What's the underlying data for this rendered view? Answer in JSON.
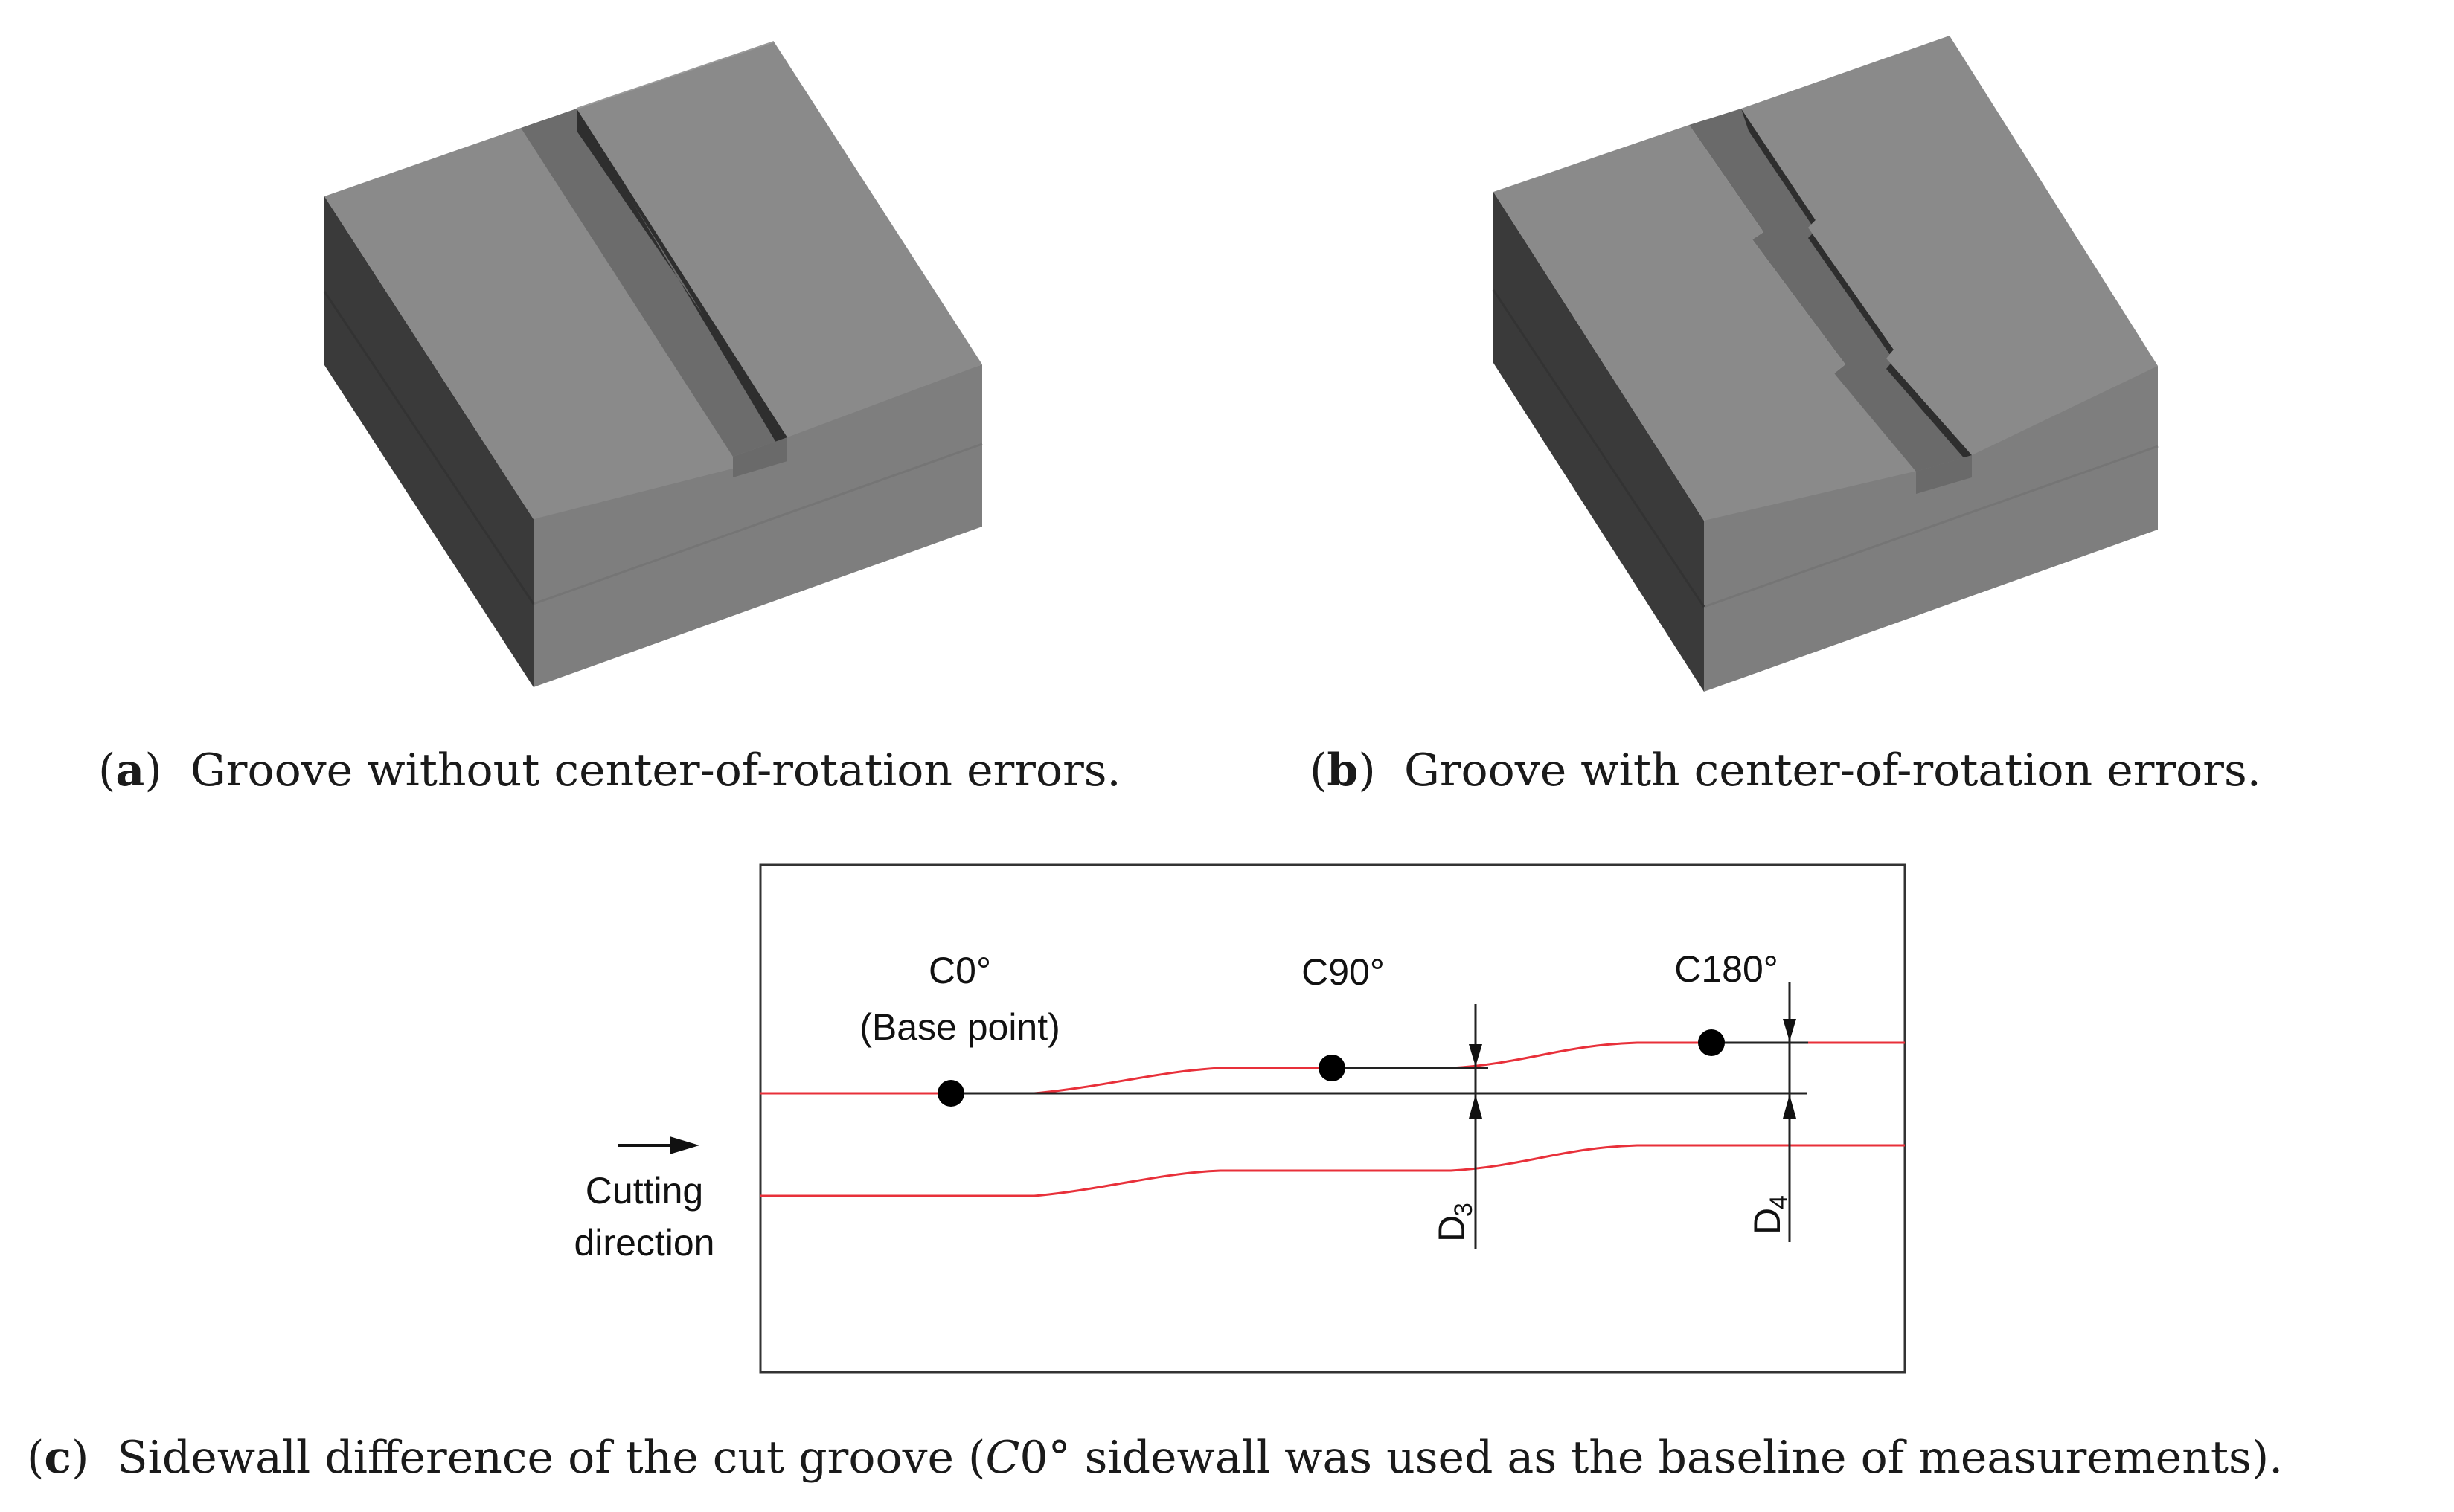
{
  "panel_a": {
    "tag": "a",
    "caption": "Groove without center-of-rotation errors."
  },
  "panel_b": {
    "tag": "b",
    "caption": "Groove with center-of-rotation errors."
  },
  "panel_c": {
    "tag": "c",
    "caption_pre": "Sidewall difference of the cut groove (",
    "caption_italic": "C",
    "caption_deg": "0°",
    "caption_post": " sidewall was used as the baseline of measurements).",
    "labels": {
      "c0": "C0°",
      "base_point": "(Base point)",
      "c90": "C90°",
      "c180": "C180°",
      "cutting": "Cutting",
      "direction": "direction",
      "d3_main": "D",
      "d3_sub": "3",
      "d4_main": "D",
      "d4_sub": "4"
    }
  },
  "colors": {
    "face_top": "#8a8a8a",
    "face_front": "#808080",
    "face_side": "#3a3a3a",
    "groove_floor": "#6a6a6a",
    "groove_wall": "#2e2e2e",
    "sidewall_line": "#e8303a",
    "baseline": "#222222"
  }
}
